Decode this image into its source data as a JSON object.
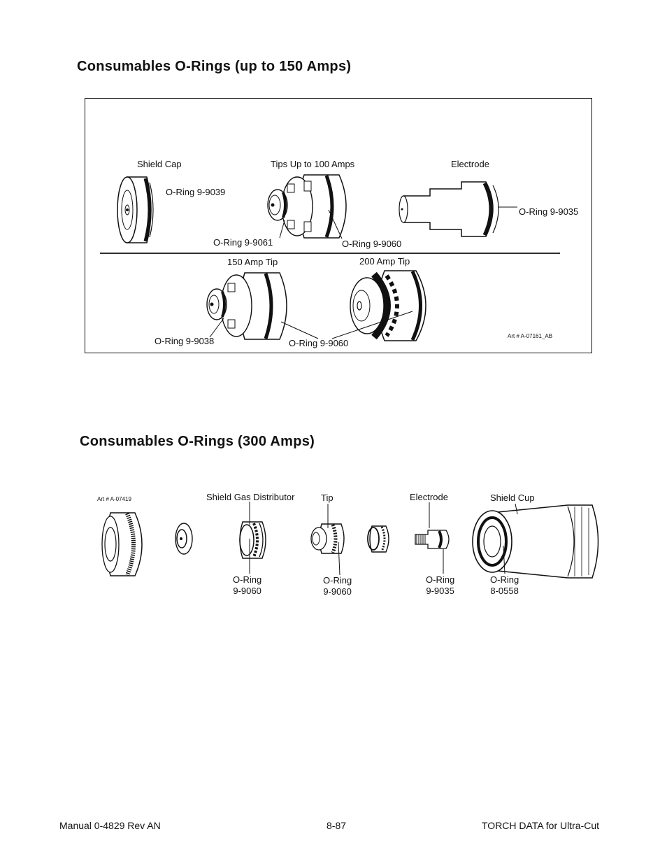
{
  "section1": {
    "title": "Consumables O-Rings (up to 150 Amps)",
    "labels": {
      "shield_cap": "Shield Cap",
      "tips_100": "Tips Up to 100 Amps",
      "electrode": "Electrode",
      "oring_9039": "O-Ring 9-9039",
      "oring_9035": "O-Ring 9-9035",
      "oring_9061": "O-Ring 9-9061",
      "oring_9060_a": "O-Ring 9-9060",
      "tip_150": "150 Amp Tip",
      "tip_200": "200 Amp Tip",
      "oring_9038": "O-Ring 9-9038",
      "oring_9060_b": "O-Ring 9-9060"
    },
    "art_number": "Art # A-07161_AB"
  },
  "section2": {
    "title": "Consumables O-Rings (300 Amps)",
    "art_number": "Art # A-07419",
    "labels": {
      "shield_gas_distributor": "Shield Gas Distributor",
      "tip": "Tip",
      "electrode": "Electrode",
      "shield_cup": "Shield Cup"
    },
    "orings": [
      {
        "line1": "O-Ring",
        "line2": "9-9060"
      },
      {
        "line1": "O-Ring",
        "line2": "9-9060"
      },
      {
        "line1": "O-Ring",
        "line2": "9-9035"
      },
      {
        "line1": "O-Ring",
        "line2": "8-0558"
      }
    ]
  },
  "footer": {
    "left": "Manual 0-4829 Rev AN",
    "center": "8-87",
    "right": "TORCH DATA for Ultra-Cut"
  }
}
